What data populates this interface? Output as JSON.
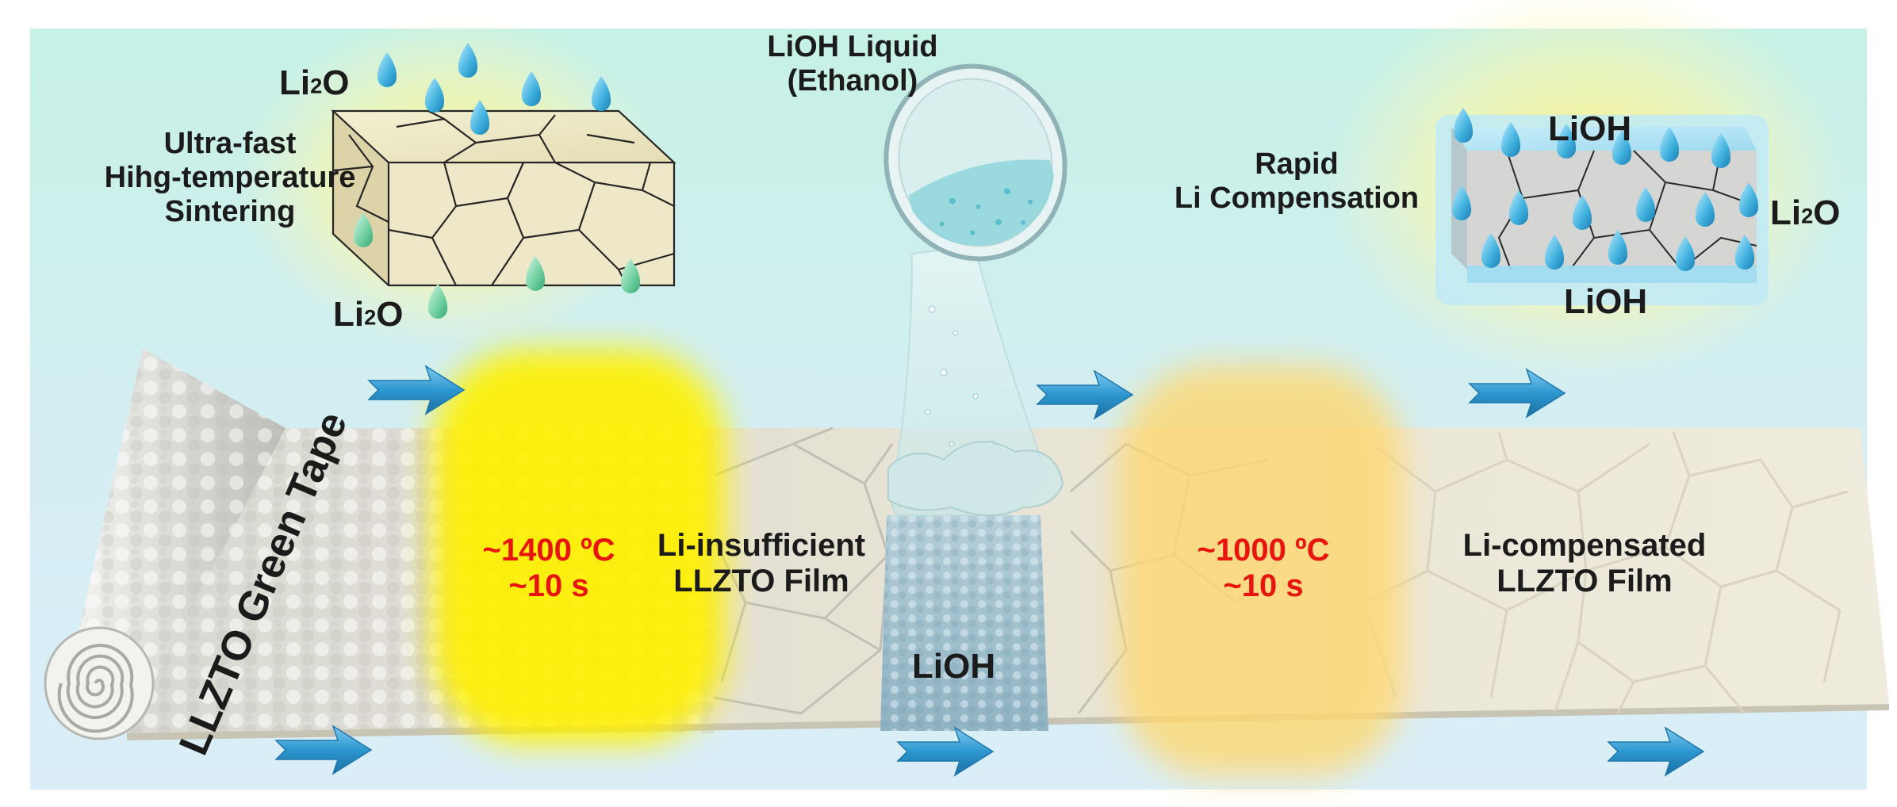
{
  "labels": {
    "sintering": [
      "Ultra-fast",
      "Hihg-temperature",
      "Sintering"
    ],
    "li2o_top_left": {
      "base": "Li",
      "sub": "2",
      "tail": "O"
    },
    "li2o_bottom_left": {
      "base": "Li",
      "sub": "2",
      "tail": "O"
    },
    "lioh_liquid": [
      "LiOH Liquid",
      "(Ethanol)"
    ],
    "rapid_comp": [
      "Rapid",
      "Li Compensation"
    ],
    "lioh_top_right": "LiOH",
    "lioh_bottom_right": "LiOH",
    "li2o_right": {
      "base": "Li",
      "sub": "2",
      "tail": "O"
    },
    "green_tape": "LLZTO Green Tape",
    "step1_conditions": [
      "~1400 ºC",
      "~10 s"
    ],
    "li_insufficient": [
      "Li-insufficient",
      "LLZTO Film"
    ],
    "lioh_coat": "LiOH",
    "step2_conditions": [
      "~1000 ºC",
      "~10 s"
    ],
    "li_compensated": [
      "Li-compensated",
      "LLZTO Film"
    ]
  },
  "colors": {
    "arrow": "#2d97cf",
    "heat_zone_1": "#f4ea00",
    "heat_zone_2": "#ffd980",
    "condition_text": "#e8150f",
    "droplet": "#3fb0dd",
    "film": "#ece8da",
    "background_top": "#c8f2e7",
    "background_bottom": "#d7ecf6"
  },
  "icons": [
    "arrow-right-icon",
    "droplet-icon",
    "beaker-icon"
  ]
}
